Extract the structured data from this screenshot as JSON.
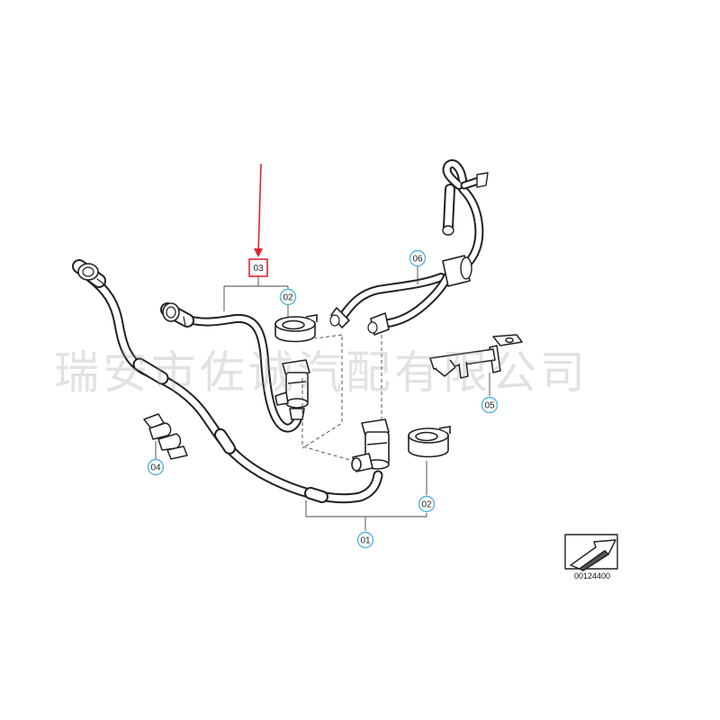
{
  "callouts": {
    "c01": "01",
    "c02a": "02",
    "c02b": "02",
    "c03": "03",
    "c04": "04",
    "c05": "05",
    "c06": "06"
  },
  "document_number": "00124400",
  "watermark": "瑞安市佐诚汽配有限公司",
  "colors": {
    "callout_circle": "#5ab4dc",
    "highlight_box": "#e0262d",
    "arrow": "#e0262d",
    "line_art": "#222222"
  },
  "icons": {
    "navigation_symbol": "arrow-symbol-icon"
  }
}
